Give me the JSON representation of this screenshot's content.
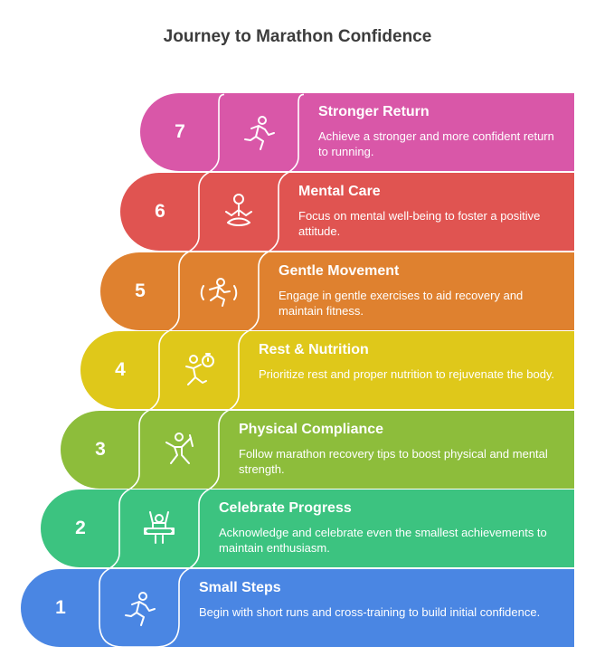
{
  "title": "Journey to Marathon Confidence",
  "steps": [
    {
      "number": "1",
      "title": "Small Steps",
      "description": "Begin with short runs and cross-training to build initial confidence.",
      "color": "#4a86e3",
      "icon": "running-person-arrow-icon"
    },
    {
      "number": "2",
      "title": "Celebrate Progress",
      "description": "Acknowledge and celebrate even the smallest achievements to maintain enthusiasm.",
      "color": "#3cc380",
      "icon": "finish-line-celebration-icon"
    },
    {
      "number": "3",
      "title": "Physical Compliance",
      "description": "Follow marathon recovery tips to boost physical and mental strength.",
      "color": "#8dbd3b",
      "icon": "jumping-person-icon"
    },
    {
      "number": "4",
      "title": "Rest & Nutrition",
      "description": "Prioritize rest and proper nutrition to rejuvenate the body.",
      "color": "#dfc81a",
      "icon": "person-stopwatch-icon"
    },
    {
      "number": "5",
      "title": "Gentle Movement",
      "description": "Engage in gentle exercises to aid recovery and maintain fitness.",
      "color": "#df812f",
      "icon": "moving-person-icon"
    },
    {
      "number": "6",
      "title": "Mental Care",
      "description": "Focus on mental well-being to foster a positive attitude.",
      "color": "#e05451",
      "icon": "meditation-icon"
    },
    {
      "number": "7",
      "title": "Stronger Return",
      "description": "Achieve a stronger and more confident return to running.",
      "color": "#d957a8",
      "icon": "running-person-icon"
    }
  ]
}
